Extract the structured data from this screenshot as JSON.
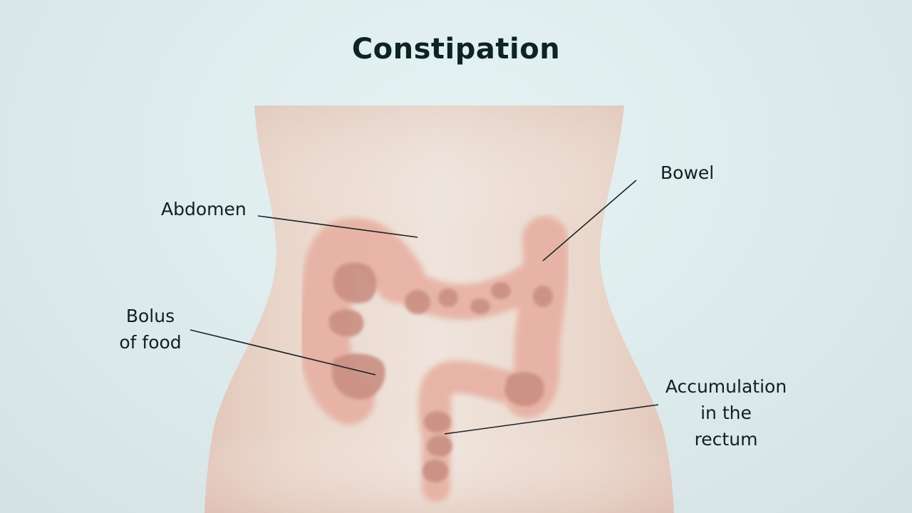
{
  "title": "Constipation",
  "labels": {
    "abdomen": "Abdomen",
    "bowel": "Bowel",
    "bolus": [
      "Bolus",
      "of food"
    ],
    "rectum": [
      "Accumulation",
      "in the",
      "rectum"
    ]
  },
  "colors": {
    "background": "#dfeced",
    "skin": "#ecd9cf",
    "bowel": "#e8b4a6",
    "stool": "#c98f82",
    "text": "#141d1f"
  }
}
